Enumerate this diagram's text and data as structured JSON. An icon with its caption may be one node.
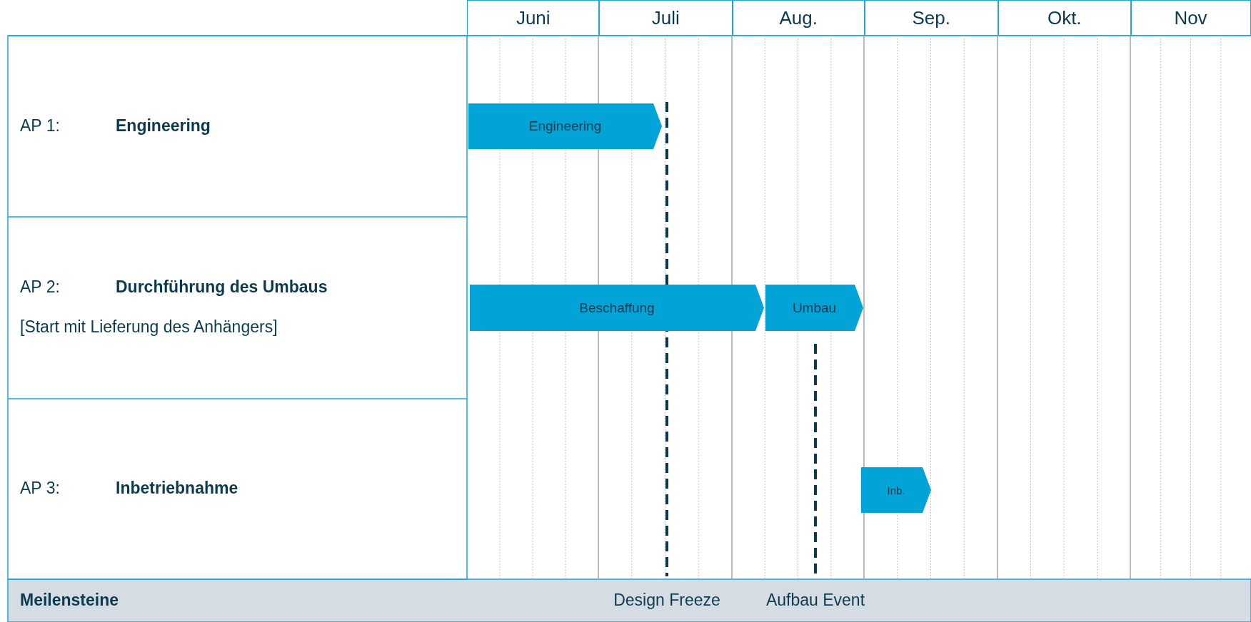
{
  "diagram": {
    "nodes": [
      {
        "text": [
          "Engineering"
        ]
      },
      {
        "text": [
          "Beschaffung"
        ]
      },
      {
        "text": [
          "Umbau"
        ]
      },
      {
        "text": [
          "Inb."
        ]
      }
    ],
    "labels": [
      "Juni",
      "Juli",
      "Aug.",
      "Sep.",
      "Okt.",
      "Nov",
      "AP 1:",
      "Engineering",
      "AP 2:",
      "Durchführung des Umbaus",
      "[Start mit Lieferung des Anhängers]",
      "AP 3:",
      "Inbetriebnahme",
      "Meilensteine",
      "Design Freeze",
      "Aufbau Event"
    ]
  }
}
